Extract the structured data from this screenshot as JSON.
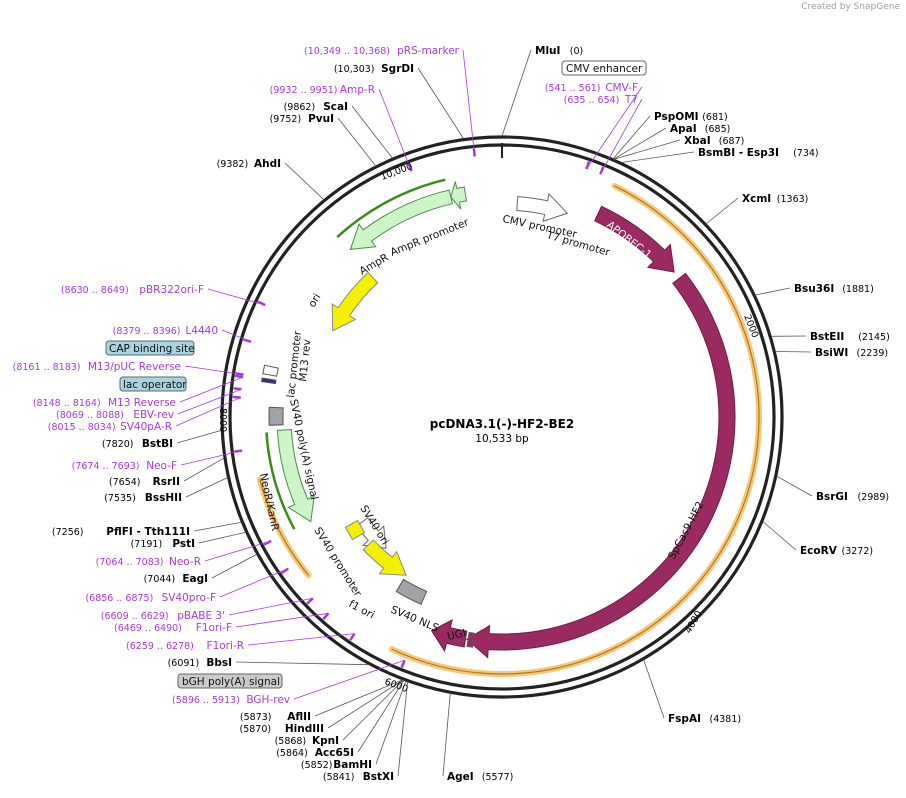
{
  "credit": "Created by SnapGene",
  "map": {
    "name": "pcDNA3.1(-)-HF2-BE2",
    "size": "10,533 bp",
    "length_bp": 10533,
    "ticks": [
      "2000",
      "4000",
      "6000",
      "8000",
      "10,000"
    ]
  },
  "sites": [
    {
      "name": "MluI",
      "pos": "(0)"
    },
    {
      "name": "SgrDI",
      "pos": "(10,303)"
    },
    {
      "name": "ScaI",
      "pos": "(9862)"
    },
    {
      "name": "PvuI",
      "pos": "(9752)"
    },
    {
      "name": "AhdI",
      "pos": "(9382)"
    },
    {
      "name": "PspOMI",
      "pos": "(681)"
    },
    {
      "name": "ApaI",
      "pos": "(685)"
    },
    {
      "name": "XbaI",
      "pos": "(687)"
    },
    {
      "name": "BsmBI - Esp3I",
      "pos": "(734)"
    },
    {
      "name": "XcmI",
      "pos": "(1363)"
    },
    {
      "name": "Bsu36I",
      "pos": "(1881)"
    },
    {
      "name": "BstEII",
      "pos": "(2145)"
    },
    {
      "name": "BsiWI",
      "pos": "(2239)"
    },
    {
      "name": "BsrGI",
      "pos": "(2989)"
    },
    {
      "name": "EcoRV",
      "pos": "(3272)"
    },
    {
      "name": "FspAI",
      "pos": "(4381)"
    },
    {
      "name": "AgeI",
      "pos": "(5577)"
    },
    {
      "name": "BstBI",
      "pos": "(7820)"
    },
    {
      "name": "RsrII",
      "pos": "(7654)"
    },
    {
      "name": "BssHII",
      "pos": "(7535)"
    },
    {
      "name": "PflFI - Tth111I",
      "pos": "(7256)"
    },
    {
      "name": "PstI",
      "pos": "(7191)"
    },
    {
      "name": "EagI",
      "pos": "(7044)"
    },
    {
      "name": "BbsI",
      "pos": "(6091)"
    },
    {
      "name": "AflII",
      "pos": "(5873)"
    },
    {
      "name": "HindIII",
      "pos": "(5870)"
    },
    {
      "name": "KpnI",
      "pos": "(5868)"
    },
    {
      "name": "Acc65I",
      "pos": "(5864)"
    },
    {
      "name": "BamHI",
      "pos": "(5852)"
    },
    {
      "name": "BstXI",
      "pos": "(5841)"
    }
  ],
  "primers": [
    {
      "name": "pRS-marker",
      "range": "(10,349 .. 10,368)"
    },
    {
      "name": "Amp-R",
      "range": "(9932 .. 9951)"
    },
    {
      "name": "CMV-F",
      "range": "(541 .. 561)"
    },
    {
      "name": "T7",
      "range": "(635 .. 654)"
    },
    {
      "name": "pBR322ori-F",
      "range": "(8630 .. 8649)"
    },
    {
      "name": "L4440",
      "range": "(8379 .. 8396)"
    },
    {
      "name": "M13/pUC Reverse",
      "range": "(8161 .. 8183)"
    },
    {
      "name": "M13 Reverse",
      "range": "(8148 .. 8164)"
    },
    {
      "name": "EBV-rev",
      "range": "(8069 .. 8088)"
    },
    {
      "name": "SV40pA-R",
      "range": "(8015 .. 8034)"
    },
    {
      "name": "Neo-F",
      "range": "(7674 .. 7693)"
    },
    {
      "name": "Neo-R",
      "range": "(7064 .. 7083)"
    },
    {
      "name": "SV40pro-F",
      "range": "(6856 .. 6875)"
    },
    {
      "name": "pBABE 3'",
      "range": "(6609 .. 6629)"
    },
    {
      "name": "F1ori-F",
      "range": "(6469 .. 6490)"
    },
    {
      "name": "F1ori-R",
      "range": "(6259 .. 6278)"
    },
    {
      "name": "BGH-rev",
      "range": "(5896 .. 5913)"
    }
  ],
  "boxed": [
    "CMV enhancer",
    "CAP binding site",
    "lac operator",
    "bGH poly(A) signal"
  ],
  "features": {
    "apobec": "APOBEC-1",
    "spcas9": "SpCas9-HF2",
    "ugi": "UGI",
    "sv40nls": "SV40 NLS",
    "f1ori": "f1 ori",
    "sv40promoter": "SV40 promoter",
    "sv40ori": "SV40 ori",
    "neor": "NeoR/KanR",
    "sv40polya": "SV40 poly(A) signal",
    "m13rev": "M13 rev",
    "lacpromoter": "lac promoter",
    "ori": "ori",
    "ampr": "AmpR",
    "amprpromoter": "AmpR promoter",
    "cmvpromoter": "CMV promoter",
    "t7promoter": "T7 promoter"
  },
  "colors": {
    "cds": "#9b2a63",
    "promoter": "#ffffff",
    "origin": "#f5f000",
    "ampr": "#ccf5c8",
    "orf": "#f7c77a",
    "primer": "#a53bd6",
    "misc": "#a0a4a8"
  }
}
